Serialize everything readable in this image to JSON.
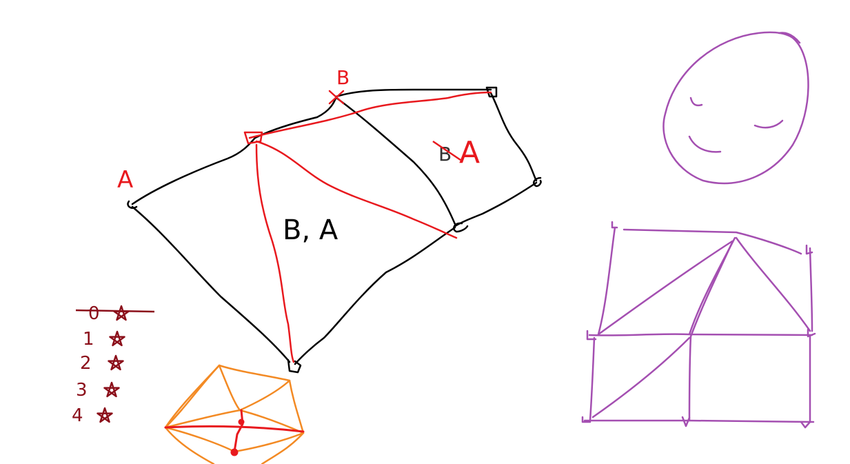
{
  "colors": {
    "background": "#ffffff",
    "black_ink": "#000000",
    "red_ink": "#e8191e",
    "dark_red_ink": "#8b0f1a",
    "orange_ink": "#f38a24",
    "purple_ink": "#a44fb1"
  },
  "labels": {
    "a_left": "A",
    "b_top": "B",
    "region_a_right_strike": "B",
    "region_a_right": "A",
    "region_center": "B, A"
  },
  "legend": {
    "rows": [
      {
        "num": "0",
        "icon": "star-icon"
      },
      {
        "num": "1",
        "icon": "star-icon"
      },
      {
        "num": "2",
        "icon": "star-icon"
      },
      {
        "num": "3",
        "icon": "star-icon"
      },
      {
        "num": "4",
        "icon": "star-icon"
      }
    ]
  }
}
